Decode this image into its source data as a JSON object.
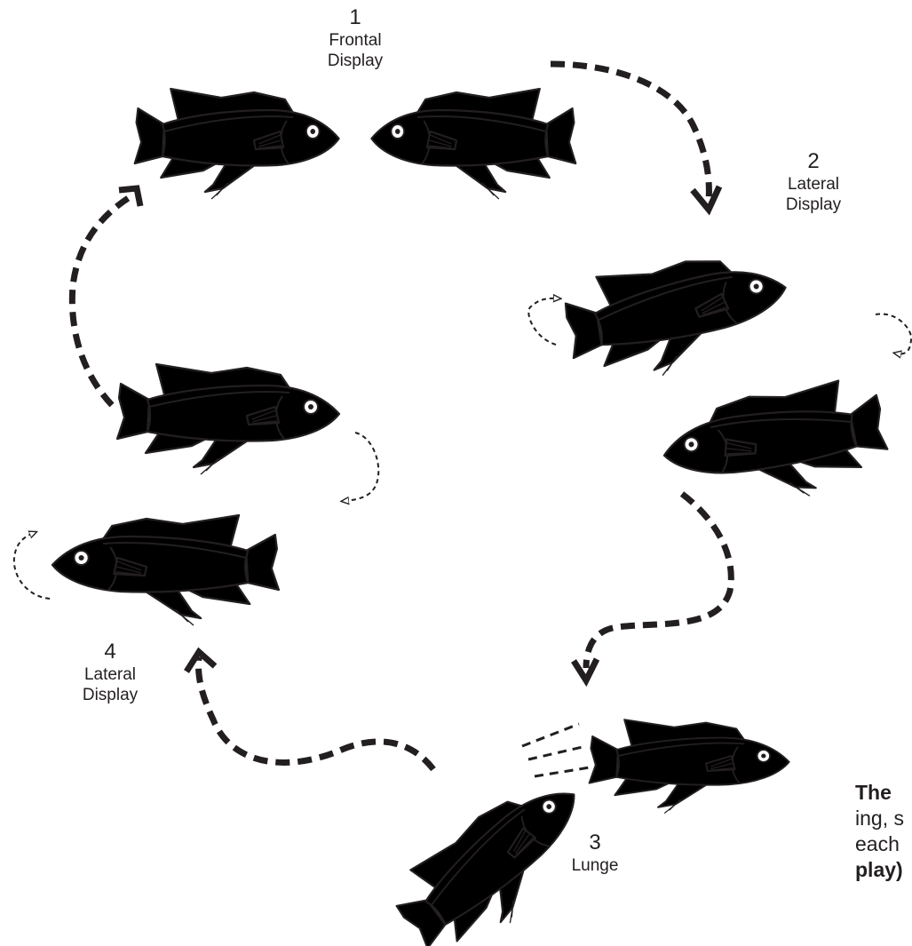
{
  "stages": [
    {
      "number": "1",
      "line1": "Frontal",
      "line2": "Display"
    },
    {
      "number": "2",
      "line1": "Lateral",
      "line2": "Display"
    },
    {
      "number": "3",
      "line1": "Lunge",
      "line2": ""
    },
    {
      "number": "4",
      "line1": "Lateral",
      "line2": "Display"
    }
  ],
  "caption": {
    "lead": "The",
    "line2": "ing, s",
    "line3": "each",
    "line4_bold": "play)"
  },
  "colors": {
    "light_fish": "#a7a9ac",
    "dark_fish": "#58595b",
    "outline": "#231f20"
  }
}
